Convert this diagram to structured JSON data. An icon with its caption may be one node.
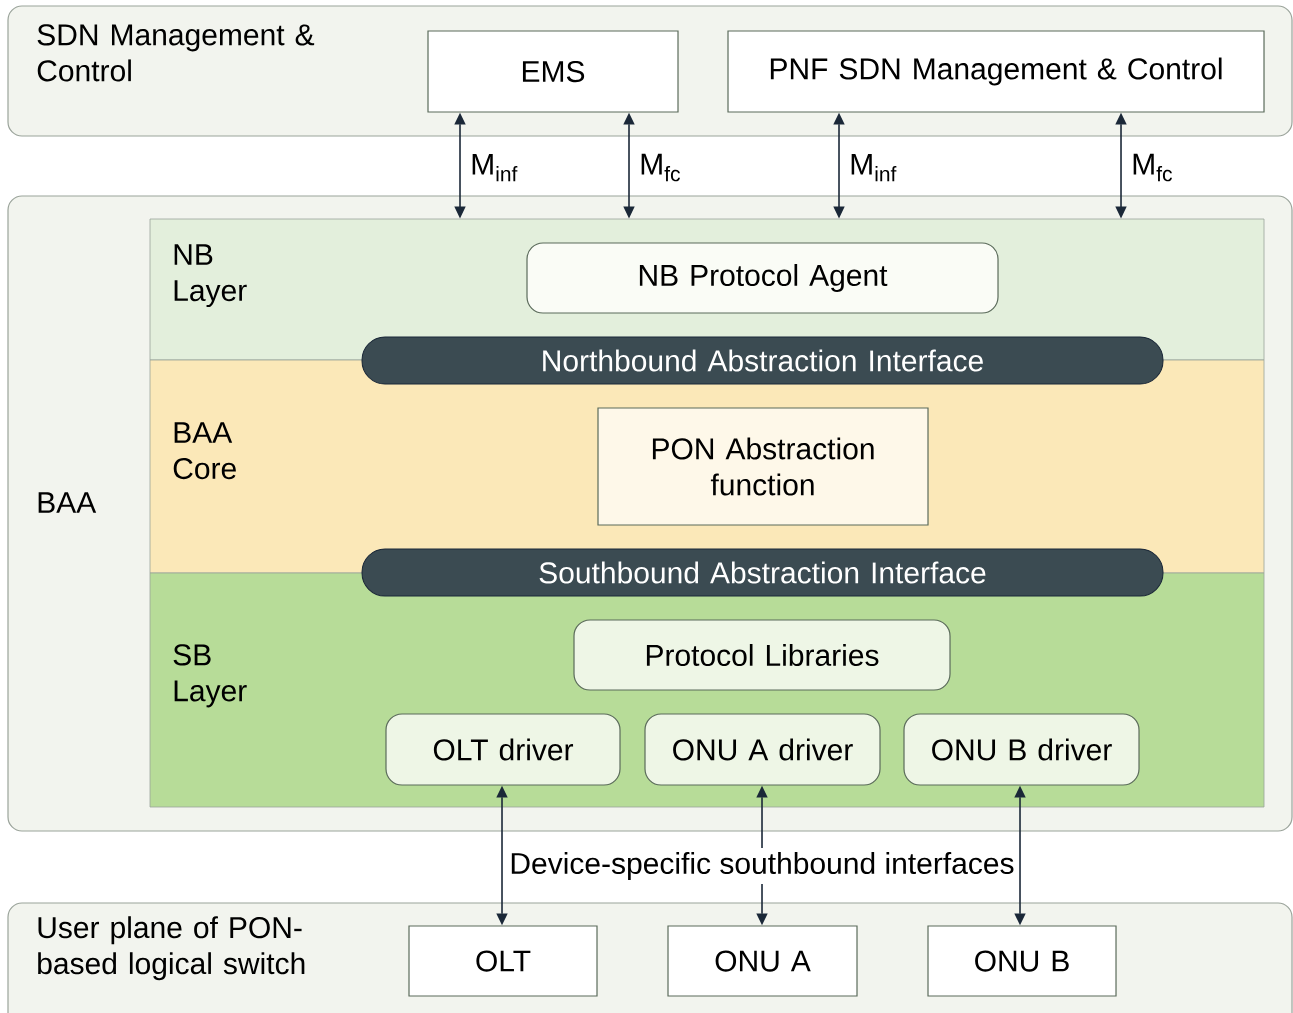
{
  "diagram": {
    "nodes": [
      {
        "text": [
          "SDN Management & Control"
        ]
      },
      {
        "text": [
          "EMS"
        ],
        "in": 0
      },
      {
        "text": [
          "PNF SDN Management & Control"
        ],
        "in": 0
      },
      {
        "text": [
          "BAA"
        ]
      },
      {
        "text": [
          "NB Layer"
        ],
        "in": 3
      },
      {
        "text": [
          "NB Protocol Agent"
        ],
        "in": 4
      },
      {
        "text": [
          "Northbound Abstraction Interface"
        ],
        "in": 3
      },
      {
        "text": [
          "BAA Core"
        ],
        "in": 3
      },
      {
        "text": [
          "PON Abstraction function"
        ],
        "in": 7
      },
      {
        "text": [
          "Southbound Abstraction Interface"
        ],
        "in": 3
      },
      {
        "text": [
          "SB Layer"
        ],
        "in": 3
      },
      {
        "text": [
          "Protocol Libraries"
        ],
        "in": 10
      },
      {
        "text": [
          "OLT driver"
        ],
        "in": 10
      },
      {
        "text": [
          "ONU A driver"
        ],
        "in": 10
      },
      {
        "text": [
          "ONU B driver"
        ],
        "in": 10
      },
      {
        "text": [
          "User plane of PON-based logical switch"
        ]
      },
      {
        "text": [
          "OLT"
        ],
        "in": 15
      },
      {
        "text": [
          "ONU A"
        ],
        "in": 15
      },
      {
        "text": [
          "ONU B"
        ],
        "in": 15
      }
    ],
    "edges": [
      {
        "from": 1,
        "to": 4,
        "arrow": "both",
        "label": "M$_{inf}$"
      },
      {
        "from": 1,
        "to": 4,
        "arrow": "both",
        "label": "M$_{fc}$"
      },
      {
        "from": 2,
        "to": 4,
        "arrow": "both",
        "label": "M$_{inf}$"
      },
      {
        "from": 2,
        "to": 4,
        "arrow": "both",
        "label": "M$_{fc}$"
      },
      {
        "from": 12,
        "to": 16,
        "arrow": "both"
      },
      {
        "from": 13,
        "to": 17,
        "arrow": "both"
      },
      {
        "from": 14,
        "to": 18,
        "arrow": "both"
      }
    ],
    "labels": [
      "Device-specific southbound interfaces"
    ]
  }
}
